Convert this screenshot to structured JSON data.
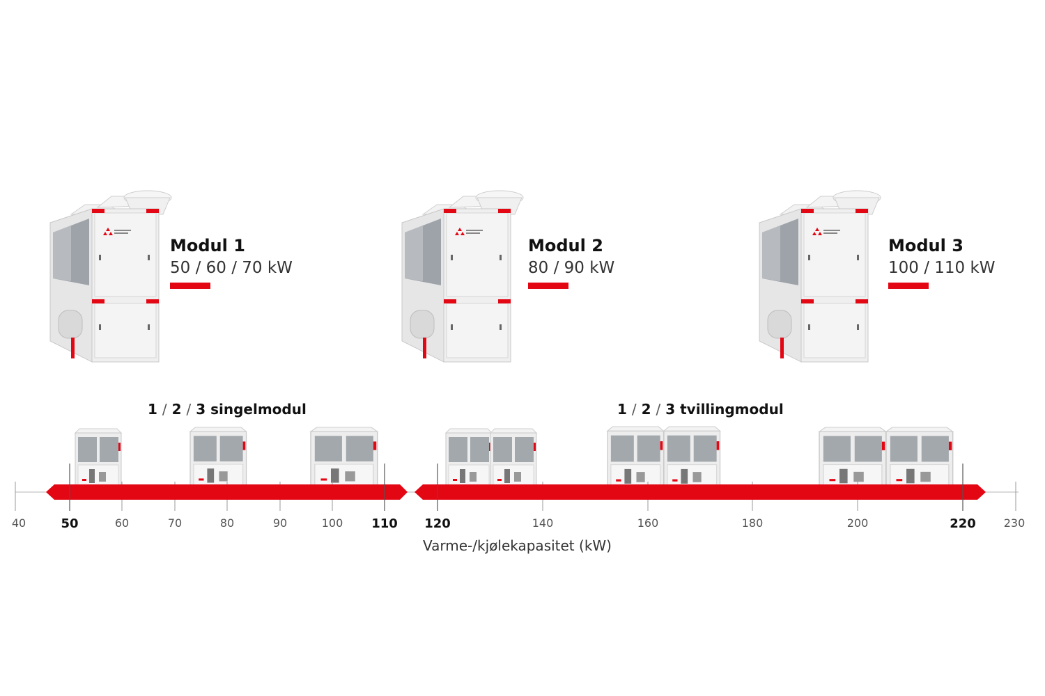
{
  "modules": [
    {
      "title": "Modul 1",
      "capacity": "50 / 60 / 70 kW"
    },
    {
      "title": "Modul 2",
      "capacity": "80 / 90 kW"
    },
    {
      "title": "Modul 3",
      "capacity": "100 / 110 kW"
    }
  ],
  "groups": {
    "single": {
      "n1": "1",
      "n2": "2",
      "n3": "3",
      "sep": "/",
      "name": "singelmodul"
    },
    "twin": {
      "n1": "1",
      "n2": "2",
      "n3": "3",
      "sep": "/",
      "name": "tvillingmodul"
    }
  },
  "axis": {
    "title": "Varme-/kjølekapasitet (kW)",
    "ticks": [
      "40",
      "50",
      "60",
      "70",
      "80",
      "90",
      "100",
      "110",
      "120",
      "140",
      "160",
      "180",
      "200",
      "220",
      "230"
    ],
    "bold_ticks": [
      "50",
      "110",
      "120",
      "220"
    ]
  },
  "ranges": [
    {
      "name": "singelmodul",
      "from": "50",
      "to": "110"
    },
    {
      "name": "tvillingmodul",
      "from": "120",
      "to": "220"
    }
  ],
  "colors": {
    "accent": "#e30613",
    "unit_body": "#ebebeb",
    "coil": "#9aa0a6",
    "text": "#111111",
    "axis": "#999999"
  },
  "icons": {
    "unit": "chiller-unit-icon",
    "logo": "three-diamonds-logo-icon"
  }
}
